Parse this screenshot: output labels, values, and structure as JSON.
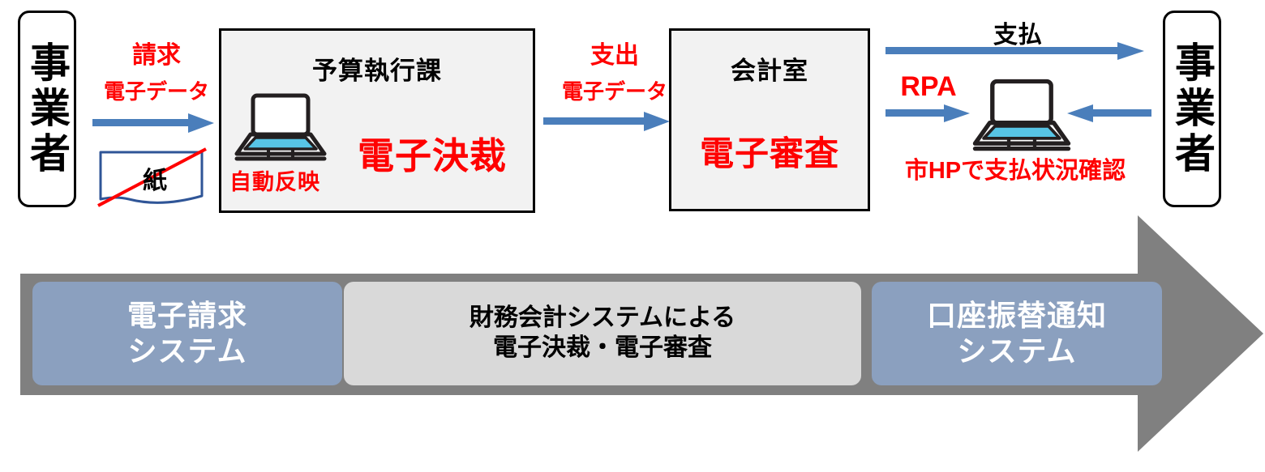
{
  "diagram": {
    "title_flow": "electronic billing and payment workflow",
    "colors": {
      "red": "#ff0000",
      "blue_arrow": "#4a7ebb",
      "gray_arrow": "#808080",
      "sys_blue": "#8ba0bf",
      "sys_gray": "#d9d9d9",
      "box_fill": "#f2f2f2",
      "laptop_screen": "#57c4e5"
    }
  },
  "actors": {
    "left": {
      "label": "事業者"
    },
    "right": {
      "label": "事業者"
    }
  },
  "flow1": {
    "label_line1": "請求",
    "label_line2": "電子データ",
    "paper_label": "紙"
  },
  "dept_budget": {
    "title": "予算執行課",
    "red_main": "電子決裁",
    "red_sub": "自動反映"
  },
  "flow2": {
    "label_line1": "支出",
    "label_line2": "電子データ"
  },
  "dept_accounting": {
    "title": "会計室",
    "red_main": "電子審査"
  },
  "payment": {
    "top_label": "支払",
    "rpa_label": "RPA",
    "bottom_label": "市HPで支払状況確認"
  },
  "systems": {
    "items": [
      {
        "line1": "電子請求",
        "line2": "システム",
        "style": "blue"
      },
      {
        "line1": "財務会計システムによる",
        "line2": "電子決裁・電子審査",
        "style": "gray"
      },
      {
        "line1": "口座振替通知",
        "line2": "システム",
        "style": "blue"
      }
    ]
  }
}
